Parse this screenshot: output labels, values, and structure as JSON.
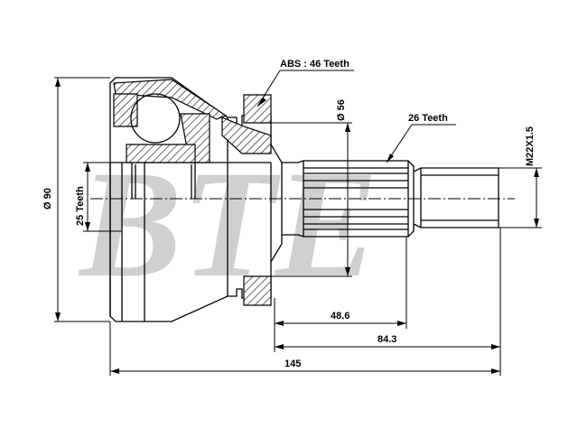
{
  "watermark": "BTE",
  "labels": {
    "abs": "ABS : 46 Teeth",
    "outer_spline": "26 Teeth",
    "inner_spline": "25 Teeth",
    "thread": "M22X1.5",
    "outer_diameter": "Ø 90",
    "flange_diameter": "Ø 56",
    "spline_length": "48.6",
    "shaft_length": "84.3",
    "total_length": "145"
  },
  "colors": {
    "line": "#000000",
    "watermark": "#c8c8c8",
    "background": "#ffffff"
  }
}
